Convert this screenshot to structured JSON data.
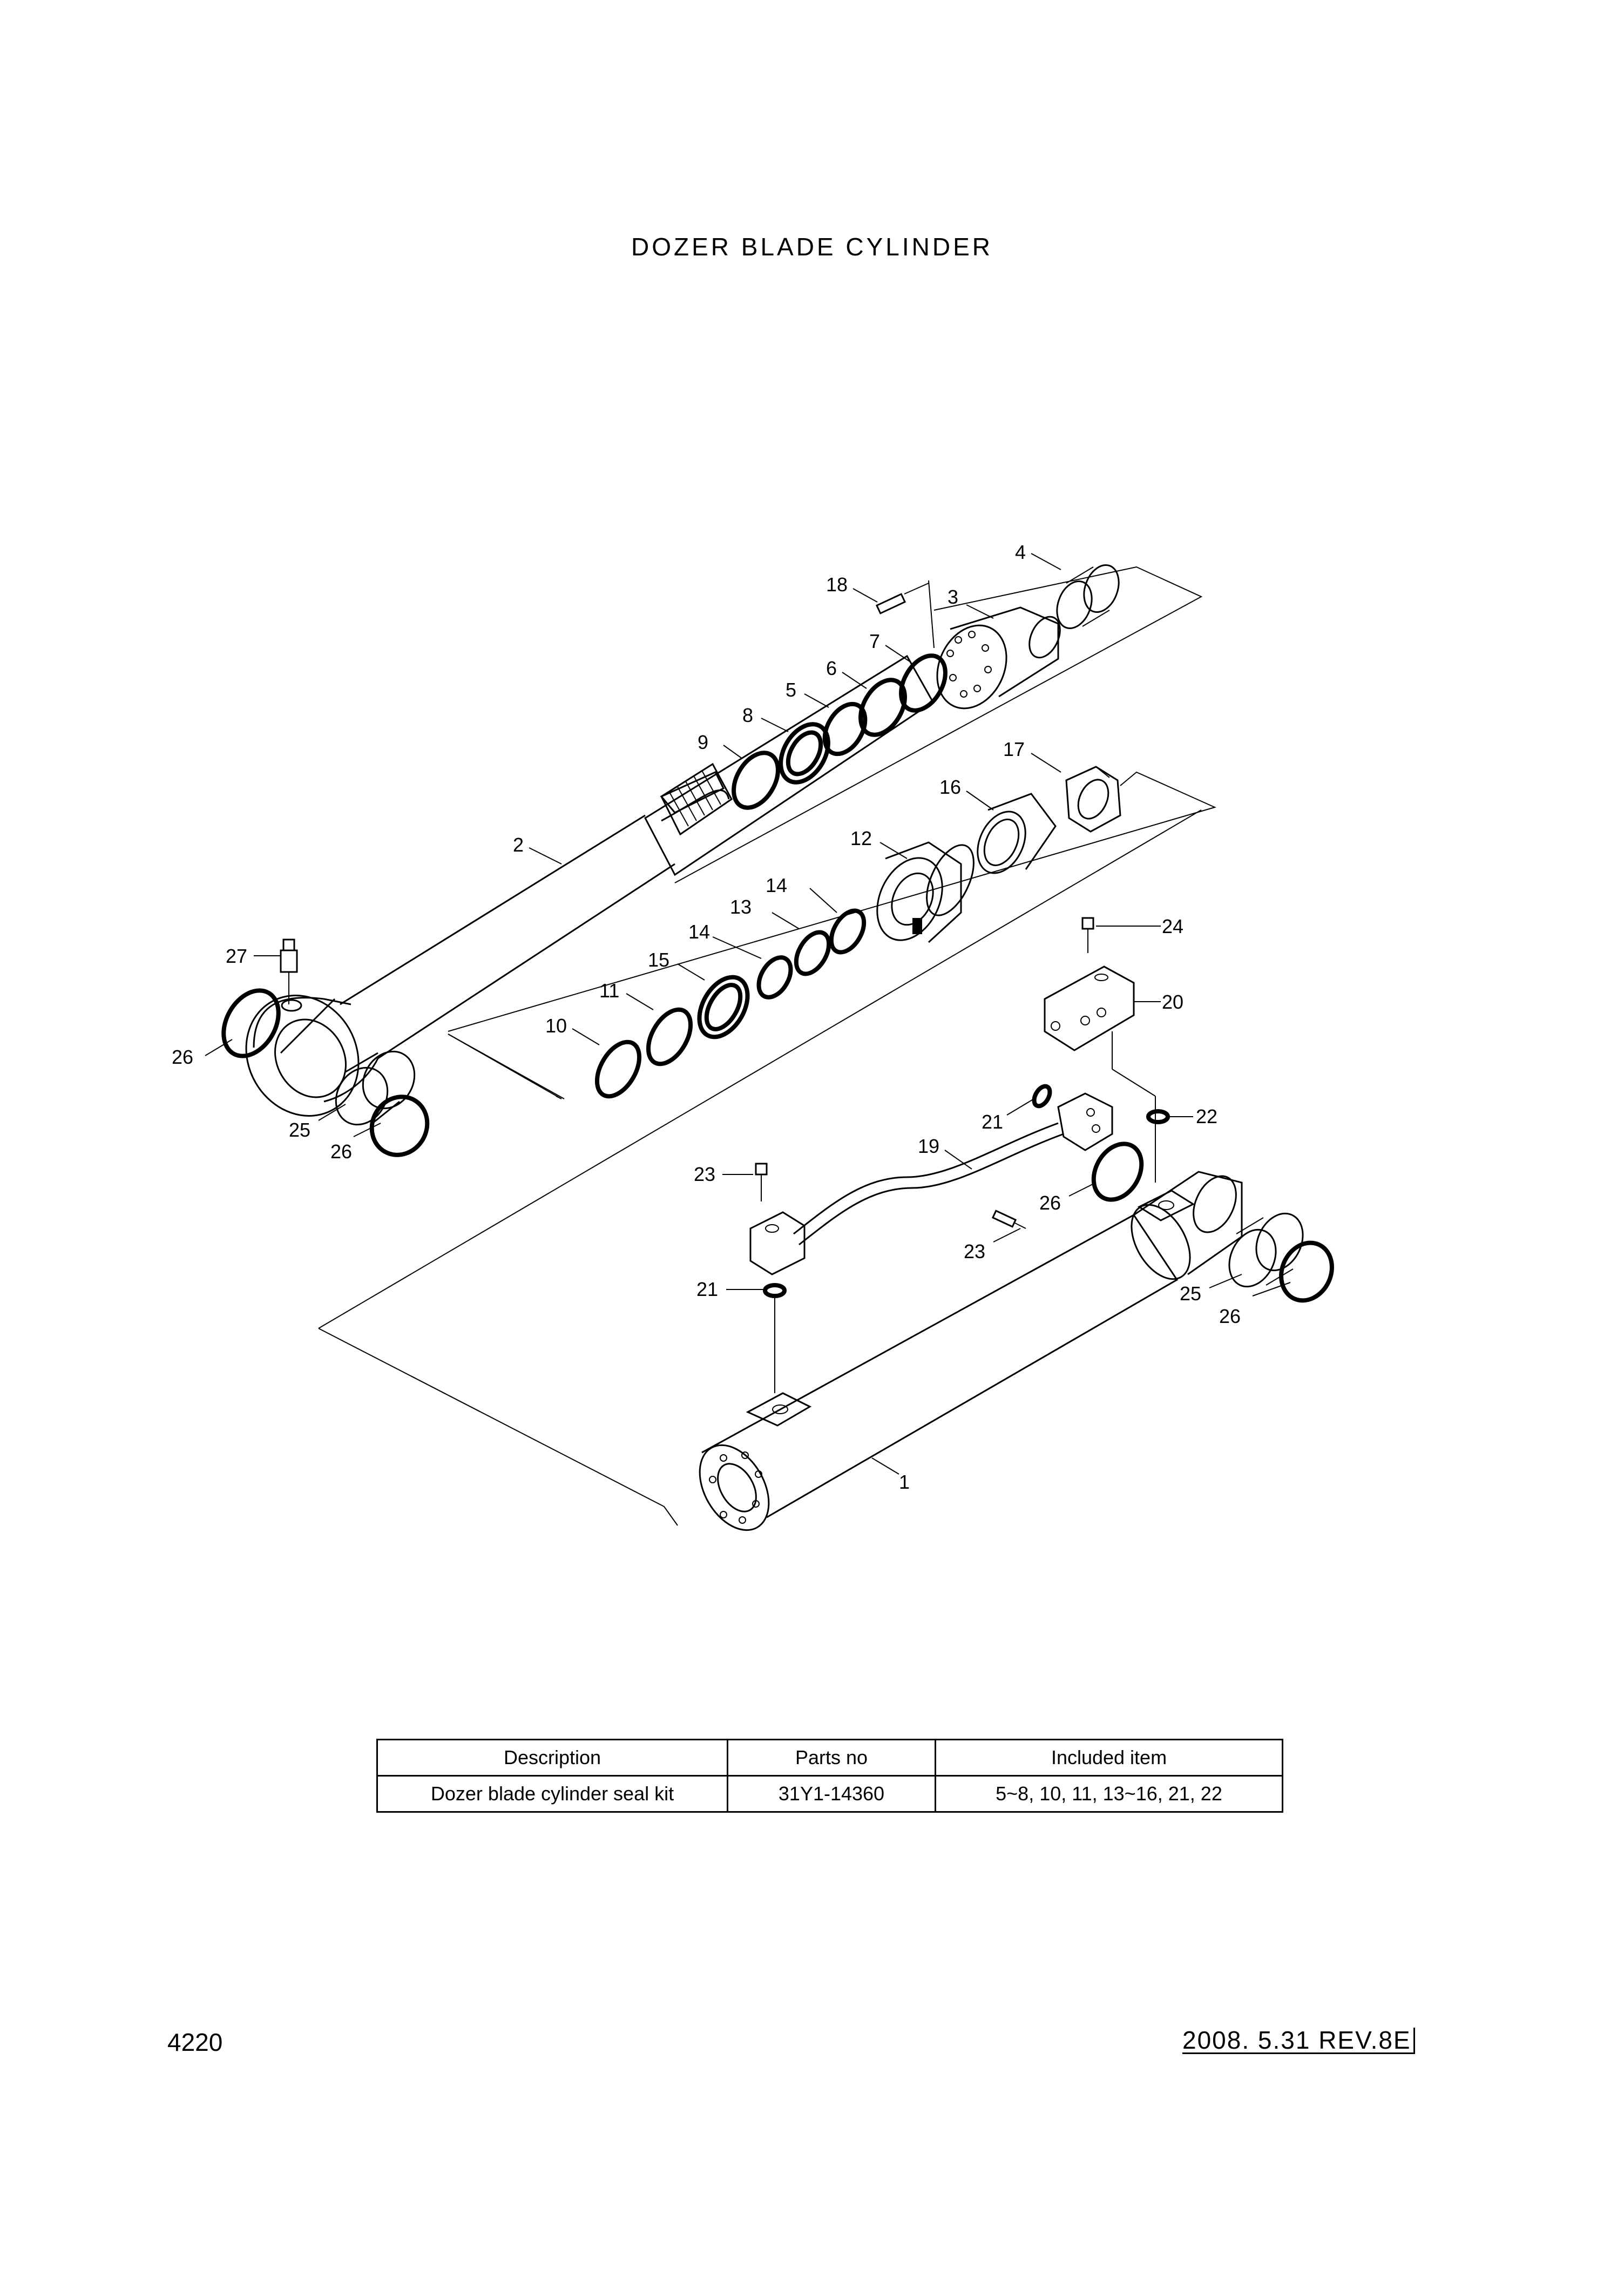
{
  "title": "DOZER BLADE CYLINDER",
  "callouts": {
    "c1": "1",
    "c2": "2",
    "c3": "3",
    "c4": "4",
    "c5": "5",
    "c6": "6",
    "c7": "7",
    "c8": "8",
    "c9": "9",
    "c10": "10",
    "c11": "11",
    "c12": "12",
    "c13": "13",
    "c14a": "14",
    "c14b": "14",
    "c15": "15",
    "c16": "16",
    "c17": "17",
    "c18": "18",
    "c19": "19",
    "c20": "20",
    "c21a": "21",
    "c21b": "21",
    "c22": "22",
    "c23a": "23",
    "c23b": "23",
    "c24": "24",
    "c25a": "25",
    "c25b": "25",
    "c26a": "26",
    "c26b": "26",
    "c26c": "26",
    "c26d": "26",
    "c27": "27"
  },
  "kit_table": {
    "headers": [
      "Description",
      "Parts no",
      "Included item"
    ],
    "rows": [
      [
        "Dozer blade  cylinder seal kit",
        "31Y1-14360",
        "5~8, 10, 11, 13~16, 21, 22"
      ]
    ]
  },
  "footer": {
    "page_number": "4220",
    "revision": "2008. 5.31  REV.8E"
  }
}
